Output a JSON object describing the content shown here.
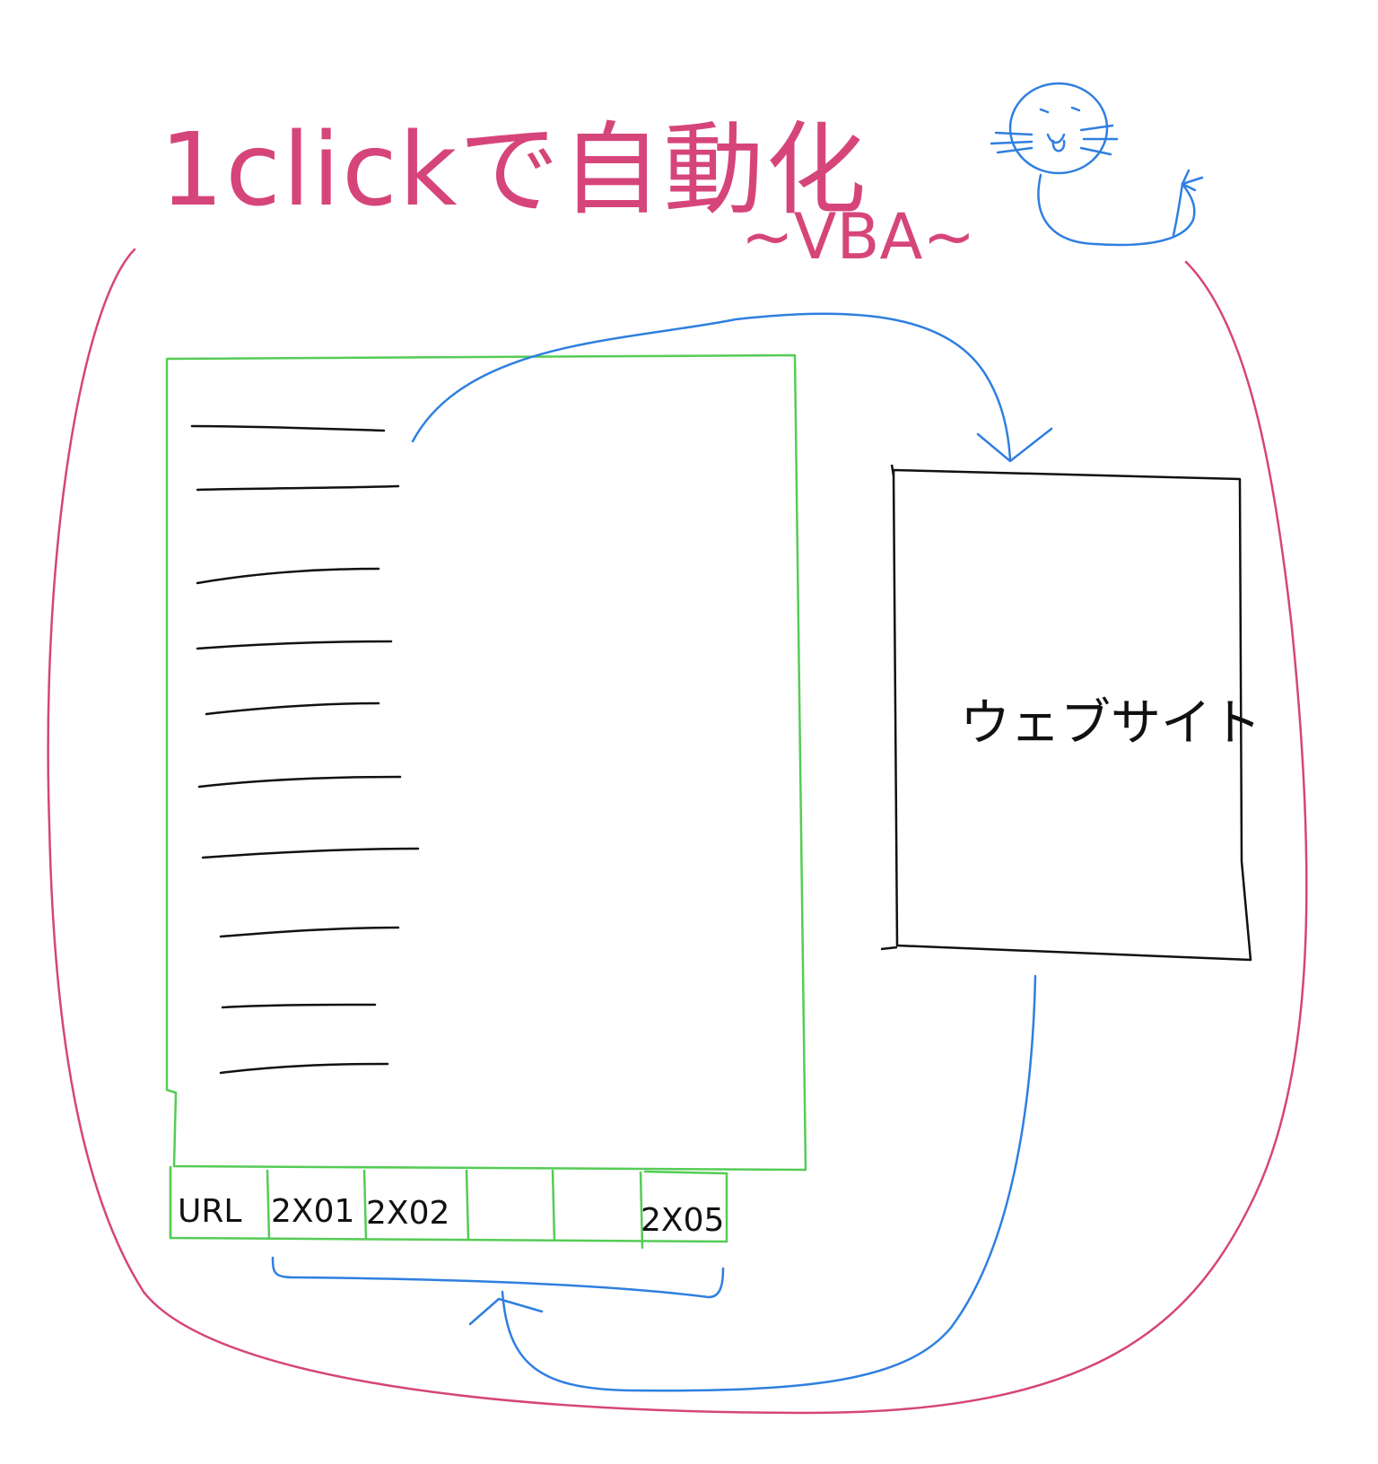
{
  "title": "1clickで自動化",
  "subtitle": "~VBA~",
  "website_label": "ウェブサイト",
  "row_cells": [
    "URL",
    "2X01",
    "2X02",
    "",
    "",
    "2X05"
  ],
  "colors": {
    "outer_loop": "#d6457a",
    "spreadsheet": "#55cc55",
    "flow": "#2f7fe0",
    "ink": "#111111",
    "mascot": "#2f7fe0"
  },
  "icons": [
    "seal-mascot-icon",
    "arrow-down-icon",
    "arrow-up-icon"
  ]
}
